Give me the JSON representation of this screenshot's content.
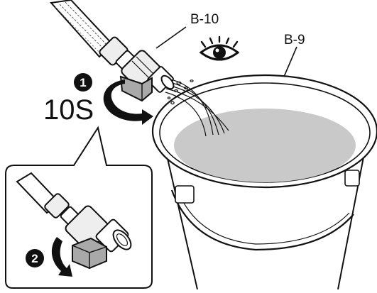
{
  "figure": {
    "labels": {
      "valve_callout": "B-10",
      "bucket_callout": "B-9",
      "duration": "10S"
    },
    "steps": [
      {
        "number": "1"
      },
      {
        "number": "2"
      }
    ],
    "icons": [
      "eye-icon",
      "rotate-arrow-icon"
    ],
    "colors": {
      "line": "#111111",
      "water": "#c9c9c9",
      "valve_handle": "#a9a9a9",
      "metal": "#eeeeee"
    }
  }
}
